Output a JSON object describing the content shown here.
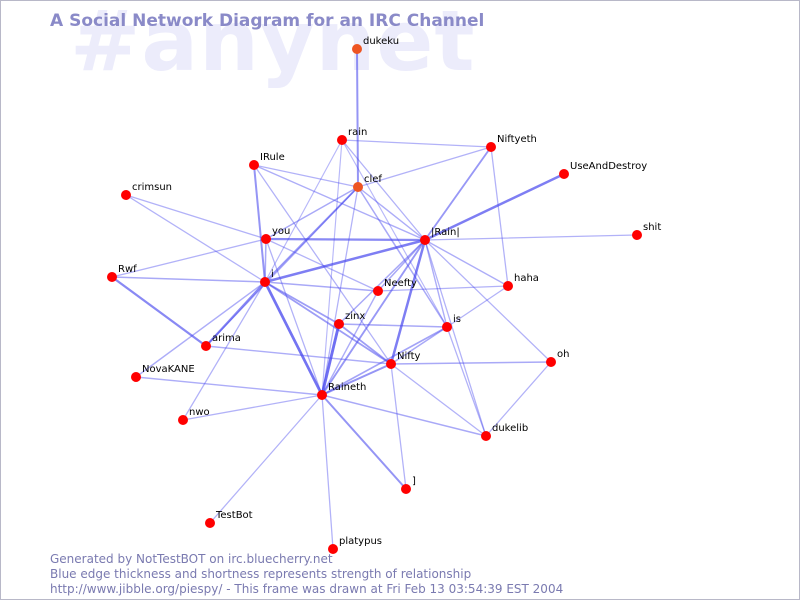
{
  "watermark": "#anynet",
  "title": "A Social Network Diagram for an IRC Channel",
  "colors": {
    "node": "#ff0000",
    "node_highlight": "#ee5522",
    "edge": "#4444ee",
    "title": "#8a8ac8",
    "footer": "#7a7ab0",
    "watermark": "#ececfb"
  },
  "nodes": [
    {
      "id": "dukeku",
      "label": "dukeku"
    },
    {
      "id": "rain",
      "label": "rain"
    },
    {
      "id": "Niftyeth",
      "label": "Niftyeth"
    },
    {
      "id": "IRule",
      "label": "IRule"
    },
    {
      "id": "clef",
      "label": "clef"
    },
    {
      "id": "UseAndDestroy",
      "label": "UseAndDestroy"
    },
    {
      "id": "crimsun",
      "label": "crimsun"
    },
    {
      "id": "you",
      "label": "you"
    },
    {
      "id": "Rain",
      "label": "|Rain|"
    },
    {
      "id": "shit",
      "label": "shit"
    },
    {
      "id": "Rwf",
      "label": "Rwf"
    },
    {
      "id": "i",
      "label": "i"
    },
    {
      "id": "Neefty",
      "label": "Neefty"
    },
    {
      "id": "haha",
      "label": "haha"
    },
    {
      "id": "zinx",
      "label": "zinx"
    },
    {
      "id": "is",
      "label": "is"
    },
    {
      "id": "arima",
      "label": "arima"
    },
    {
      "id": "Nifty",
      "label": "Nifty"
    },
    {
      "id": "oh",
      "label": "oh"
    },
    {
      "id": "NovaKANE",
      "label": "NovaKANE"
    },
    {
      "id": "Raineth",
      "label": "Raineth"
    },
    {
      "id": "nwo",
      "label": "nwo"
    },
    {
      "id": "dukelib",
      "label": "dukelib"
    },
    {
      "id": "bracket",
      "label": "]"
    },
    {
      "id": "TestBot",
      "label": "TestBot"
    },
    {
      "id": "platypus",
      "label": "platypus"
    }
  ],
  "edges": [
    {
      "from": "dukeku",
      "to": "clef",
      "strength": 0.5
    },
    {
      "from": "rain",
      "to": "Niftyeth",
      "strength": 0.2
    },
    {
      "from": "rain",
      "to": "Rain",
      "strength": 0.2
    },
    {
      "from": "rain",
      "to": "i",
      "strength": 0.15
    },
    {
      "from": "rain",
      "to": "Raineth",
      "strength": 0.15
    },
    {
      "from": "rain",
      "to": "is",
      "strength": 0.15
    },
    {
      "from": "Niftyeth",
      "to": "Rain",
      "strength": 0.45
    },
    {
      "from": "Niftyeth",
      "to": "clef",
      "strength": 0.2
    },
    {
      "from": "Niftyeth",
      "to": "haha",
      "strength": 0.2
    },
    {
      "from": "UseAndDestroy",
      "to": "Rain",
      "strength": 0.7
    },
    {
      "from": "IRule",
      "to": "Rain",
      "strength": 0.25
    },
    {
      "from": "IRule",
      "to": "i",
      "strength": 0.5
    },
    {
      "from": "IRule",
      "to": "clef",
      "strength": 0.2
    },
    {
      "from": "IRule",
      "to": "Nifty",
      "strength": 0.2
    },
    {
      "from": "clef",
      "to": "i",
      "strength": 0.45
    },
    {
      "from": "clef",
      "to": "you",
      "strength": 0.3
    },
    {
      "from": "clef",
      "to": "Rain",
      "strength": 0.25
    },
    {
      "from": "clef",
      "to": "is",
      "strength": 0.3
    },
    {
      "from": "clef",
      "to": "arima",
      "strength": 0.25
    },
    {
      "from": "clef",
      "to": "Raineth",
      "strength": 0.2
    },
    {
      "from": "crimsun",
      "to": "you",
      "strength": 0.2
    },
    {
      "from": "crimsun",
      "to": "i",
      "strength": 0.2
    },
    {
      "from": "you",
      "to": "Rain",
      "strength": 0.6
    },
    {
      "from": "you",
      "to": "Rwf",
      "strength": 0.2
    },
    {
      "from": "you",
      "to": "i",
      "strength": 0.3
    },
    {
      "from": "you",
      "to": "Raineth",
      "strength": 0.2
    },
    {
      "from": "you",
      "to": "Neefty",
      "strength": 0.2
    },
    {
      "from": "Rain",
      "to": "i",
      "strength": 0.7
    },
    {
      "from": "Rain",
      "to": "shit",
      "strength": 0.2
    },
    {
      "from": "Rain",
      "to": "Neefty",
      "strength": 0.3
    },
    {
      "from": "Rain",
      "to": "haha",
      "strength": 0.25
    },
    {
      "from": "Rain",
      "to": "zinx",
      "strength": 0.3
    },
    {
      "from": "Rain",
      "to": "is",
      "strength": 0.25
    },
    {
      "from": "Rain",
      "to": "Nifty",
      "strength": 0.7
    },
    {
      "from": "Rain",
      "to": "oh",
      "strength": 0.2
    },
    {
      "from": "Rain",
      "to": "Raineth",
      "strength": 0.45
    },
    {
      "from": "Rain",
      "to": "dukelib",
      "strength": 0.2
    },
    {
      "from": "Rwf",
      "to": "i",
      "strength": 0.3
    },
    {
      "from": "Rwf",
      "to": "arima",
      "strength": 0.6
    },
    {
      "from": "i",
      "to": "Neefty",
      "strength": 0.3
    },
    {
      "from": "i",
      "to": "zinx",
      "strength": 0.4
    },
    {
      "from": "i",
      "to": "Nifty",
      "strength": 0.4
    },
    {
      "from": "i",
      "to": "Raineth",
      "strength": 0.8
    },
    {
      "from": "i",
      "to": "arima",
      "strength": 0.6
    },
    {
      "from": "i",
      "to": "NovaKANE",
      "strength": 0.25
    },
    {
      "from": "i",
      "to": "nwo",
      "strength": 0.2
    },
    {
      "from": "Neefty",
      "to": "haha",
      "strength": 0.2
    },
    {
      "from": "Neefty",
      "to": "Raineth",
      "strength": 0.25
    },
    {
      "from": "zinx",
      "to": "Raineth",
      "strength": 0.85
    },
    {
      "from": "zinx",
      "to": "is",
      "strength": 0.3
    },
    {
      "from": "zinx",
      "to": "Nifty",
      "strength": 0.4
    },
    {
      "from": "is",
      "to": "Raineth",
      "strength": 0.35
    },
    {
      "from": "is",
      "to": "haha",
      "strength": 0.2
    },
    {
      "from": "is",
      "to": "Nifty",
      "strength": 0.3
    },
    {
      "from": "is",
      "to": "dukelib",
      "strength": 0.2
    },
    {
      "from": "arima",
      "to": "Nifty",
      "strength": 0.25
    },
    {
      "from": "Nifty",
      "to": "oh",
      "strength": 0.3
    },
    {
      "from": "Nifty",
      "to": "Raineth",
      "strength": 0.5
    },
    {
      "from": "Nifty",
      "to": "bracket",
      "strength": 0.2
    },
    {
      "from": "Nifty",
      "to": "dukelib",
      "strength": 0.2
    },
    {
      "from": "oh",
      "to": "dukelib",
      "strength": 0.2
    },
    {
      "from": "NovaKANE",
      "to": "Raineth",
      "strength": 0.25
    },
    {
      "from": "Raineth",
      "to": "nwo",
      "strength": 0.2
    },
    {
      "from": "Raineth",
      "to": "bracket",
      "strength": 0.5
    },
    {
      "from": "Raineth",
      "to": "TestBot",
      "strength": 0.2
    },
    {
      "from": "Raineth",
      "to": "platypus",
      "strength": 0.2
    },
    {
      "from": "Raineth",
      "to": "dukelib",
      "strength": 0.3
    }
  ],
  "footer": {
    "line1": "Generated by NotTestBOT on irc.bluecherry.net",
    "line2": "Blue edge thickness and shortness represents strength of relationship",
    "line3": "http://www.jibble.org/piespy/ - This frame was drawn at Fri Feb 13 03:54:39 EST 2004"
  }
}
